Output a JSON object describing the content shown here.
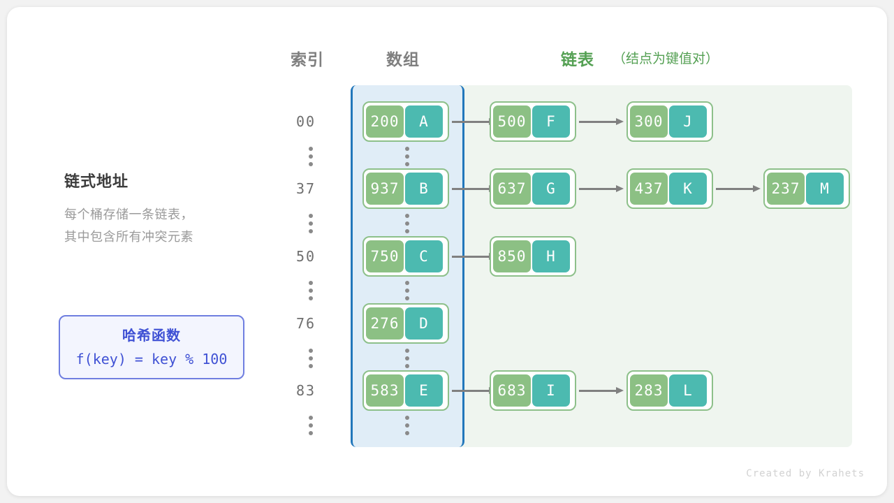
{
  "headers": {
    "index": "索引",
    "array": "数组",
    "list": "链表",
    "list_note": "（结点为键值对）"
  },
  "explanation": {
    "title": "链式地址",
    "desc_line1": "每个桶存储一条链表，",
    "desc_line2": "其中包含所有冲突元素"
  },
  "hash_function": {
    "title": "哈希函数",
    "formula": "f(key) = key % 100"
  },
  "colors": {
    "key_cell": "#8cc084",
    "value_cell": "#4cbab0",
    "node_border": "#8dc08a",
    "array_band": "#e0edf7",
    "array_border": "#2277bb",
    "list_band": "#eff5ef",
    "list_header": "#54a053",
    "hash_box": "#3f51d4",
    "arrow": "#808080"
  },
  "buckets": [
    {
      "index": "00",
      "nodes": [
        {
          "key": "200",
          "value": "A"
        },
        {
          "key": "500",
          "value": "F"
        },
        {
          "key": "300",
          "value": "J"
        }
      ]
    },
    {
      "index": "37",
      "nodes": [
        {
          "key": "937",
          "value": "B"
        },
        {
          "key": "637",
          "value": "G"
        },
        {
          "key": "437",
          "value": "K"
        },
        {
          "key": "237",
          "value": "M"
        }
      ]
    },
    {
      "index": "50",
      "nodes": [
        {
          "key": "750",
          "value": "C"
        },
        {
          "key": "850",
          "value": "H"
        }
      ]
    },
    {
      "index": "76",
      "nodes": [
        {
          "key": "276",
          "value": "D"
        }
      ]
    },
    {
      "index": "83",
      "nodes": [
        {
          "key": "583",
          "value": "E"
        },
        {
          "key": "683",
          "value": "I"
        },
        {
          "key": "283",
          "value": "L"
        }
      ]
    }
  ],
  "ellipsis_symbol": "⋮",
  "footer": "Created by Krahets"
}
